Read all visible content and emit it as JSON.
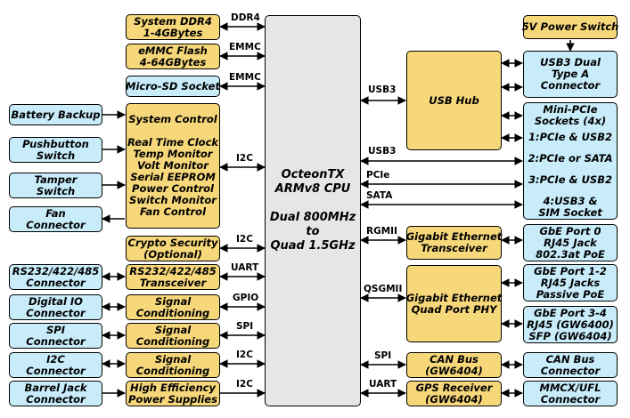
{
  "cpu": {
    "lines": [
      "OcteonTX",
      "ARMv8 CPU",
      "",
      "Dual 800MHz",
      "to",
      "Quad 1.5GHz"
    ]
  },
  "boxes": {
    "ddr4": [
      "System DDR4",
      "1-4GBytes"
    ],
    "emmc": [
      "eMMC Flash",
      "4-64GBytes"
    ],
    "microsd": [
      "Micro-SD Socket"
    ],
    "sysctl": [
      "System Control",
      "",
      "Real Time Clock",
      "Temp Monitor",
      "Volt Monitor",
      "Serial EEPROM",
      "Power Control",
      "Switch Monitor",
      "Fan Control"
    ],
    "battery": [
      "Battery Backup"
    ],
    "pushbutton": [
      "Pushbutton",
      "Switch"
    ],
    "tamper": [
      "Tamper",
      "Switch"
    ],
    "fan": [
      "Fan",
      "Connector"
    ],
    "crypto": [
      "Crypto Security",
      "(Optional)"
    ],
    "rs232": [
      "RS232/422/485",
      "Connector"
    ],
    "rs232t": [
      "RS232/422/485",
      "Transceiver"
    ],
    "dio": [
      "Digital IO",
      "Connector"
    ],
    "sig1": [
      "Signal",
      "Conditioning"
    ],
    "spi": [
      "SPI",
      "Connector"
    ],
    "sig2": [
      "Signal",
      "Conditioning"
    ],
    "i2c": [
      "I2C",
      "Connector"
    ],
    "sig3": [
      "Signal",
      "Conditioning"
    ],
    "barrel": [
      "Barrel Jack",
      "Connector"
    ],
    "power": [
      "High Efficiency",
      "Power Supplies"
    ],
    "powersw": [
      "5V Power Switch"
    ],
    "usbhub": [
      "USB Hub"
    ],
    "usb3dual": [
      "USB3 Dual",
      "Type A",
      "Connector"
    ],
    "minipcie": [
      "Mini-PCIe",
      "Sockets (4x)",
      "",
      "1:PCIe & USB2",
      "",
      "2:PCIe or SATA",
      "",
      "3:PCIe & USB2",
      "",
      "4:USB3 &",
      "SIM Socket"
    ],
    "gbe_t": [
      "Gigabit Ethernet",
      "Transceiver"
    ],
    "gbe0": [
      "GbE Port 0",
      "RJ45 Jack",
      "802.3at PoE"
    ],
    "gbe_phy": [
      "Gigabit Ethernet",
      "Quad Port PHY"
    ],
    "gbe12": [
      "GbE Port 1-2",
      "RJ45 Jacks",
      "Passive PoE"
    ],
    "gbe34": [
      "GbE Port 3-4",
      "RJ45 (GW6400)",
      "SFP (GW6404)"
    ],
    "can": [
      "CAN Bus",
      "(GW6404)"
    ],
    "canconn": [
      "CAN Bus",
      "Connector"
    ],
    "gps": [
      "GPS Receiver",
      "(GW6404)"
    ],
    "mmcx": [
      "MMCX/UFL",
      "Connector"
    ]
  },
  "labels": {
    "ddr4": "DDR4",
    "emmc1": "EMMC",
    "emmc2": "EMMC",
    "i2c1": "I2C",
    "i2c2": "I2C",
    "uart1": "UART",
    "gpio": "GPIO",
    "spi1": "SPI",
    "i2c3": "I2C",
    "i2c4": "I2C",
    "usb3a": "USB3",
    "usb3b": "USB3",
    "pcie": "PCIe",
    "sata": "SATA",
    "rgmii": "RGMII",
    "qsgmii": "QSGMII",
    "spi2": "SPI",
    "uart2": "UART"
  },
  "colors": {
    "yellow": "#f6d77a",
    "blue": "#c8ecfa",
    "cpu": "#e6e6e6"
  }
}
